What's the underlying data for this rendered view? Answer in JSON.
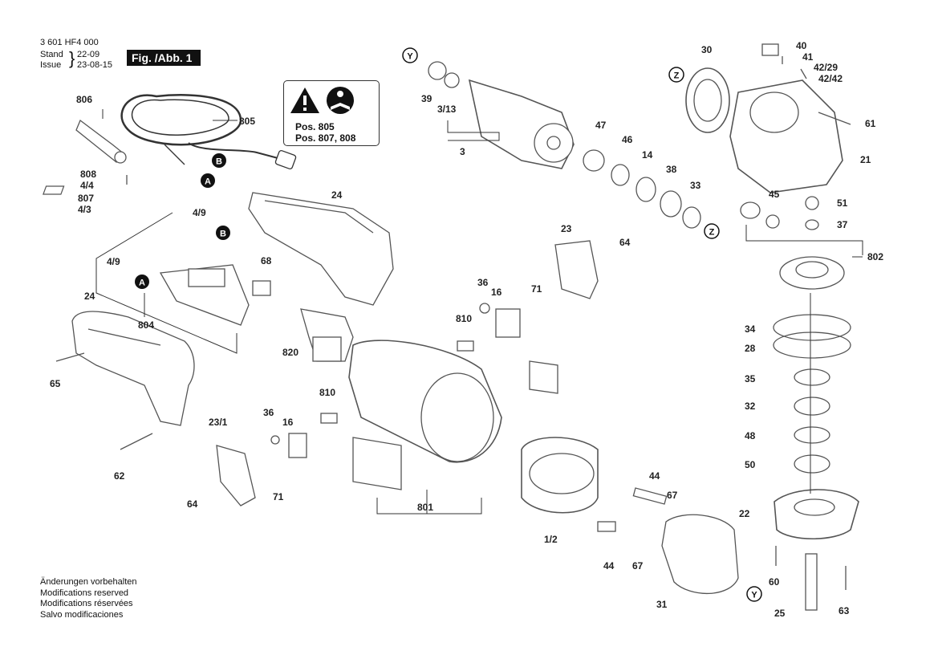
{
  "header": {
    "doc_number": "3 601 HF4 000",
    "stand_label": "Stand",
    "issue_label": "Issue",
    "stand_value": "22-09",
    "issue_value": "23-08-15",
    "figure_label": "Fig. /Abb. 1"
  },
  "warning_box": {
    "line1": "Pos. 805",
    "line2": "Pos. 807, 808",
    "icons": [
      "warning-triangle-icon",
      "read-manual-icon"
    ]
  },
  "parts": [
    "806",
    "805",
    "808",
    "4/4",
    "807",
    "4/3",
    "4/9",
    "4/9",
    "804",
    "24",
    "24",
    "65",
    "62",
    "23/1",
    "64",
    "36",
    "16",
    "810",
    "71",
    "810",
    "820",
    "68",
    "36",
    "16",
    "71",
    "23",
    "64",
    "801",
    "1/2",
    "44",
    "67",
    "44",
    "67",
    "31",
    "39",
    "3/13",
    "3",
    "47",
    "46",
    "14",
    "38",
    "33",
    "30",
    "40",
    "41",
    "42/29",
    "42/42",
    "61",
    "21",
    "45",
    "51",
    "37",
    "802",
    "34",
    "28",
    "35",
    "32",
    "48",
    "50",
    "22",
    "60",
    "63",
    "25"
  ],
  "markers": [
    "A",
    "B",
    "A",
    "B",
    "Y",
    "Z",
    "Z",
    "Y"
  ],
  "footer_notes": [
    "Änderungen vorbehalten",
    "Modifications reserved",
    "Modifications réservées",
    "Salvo modificaciones"
  ]
}
